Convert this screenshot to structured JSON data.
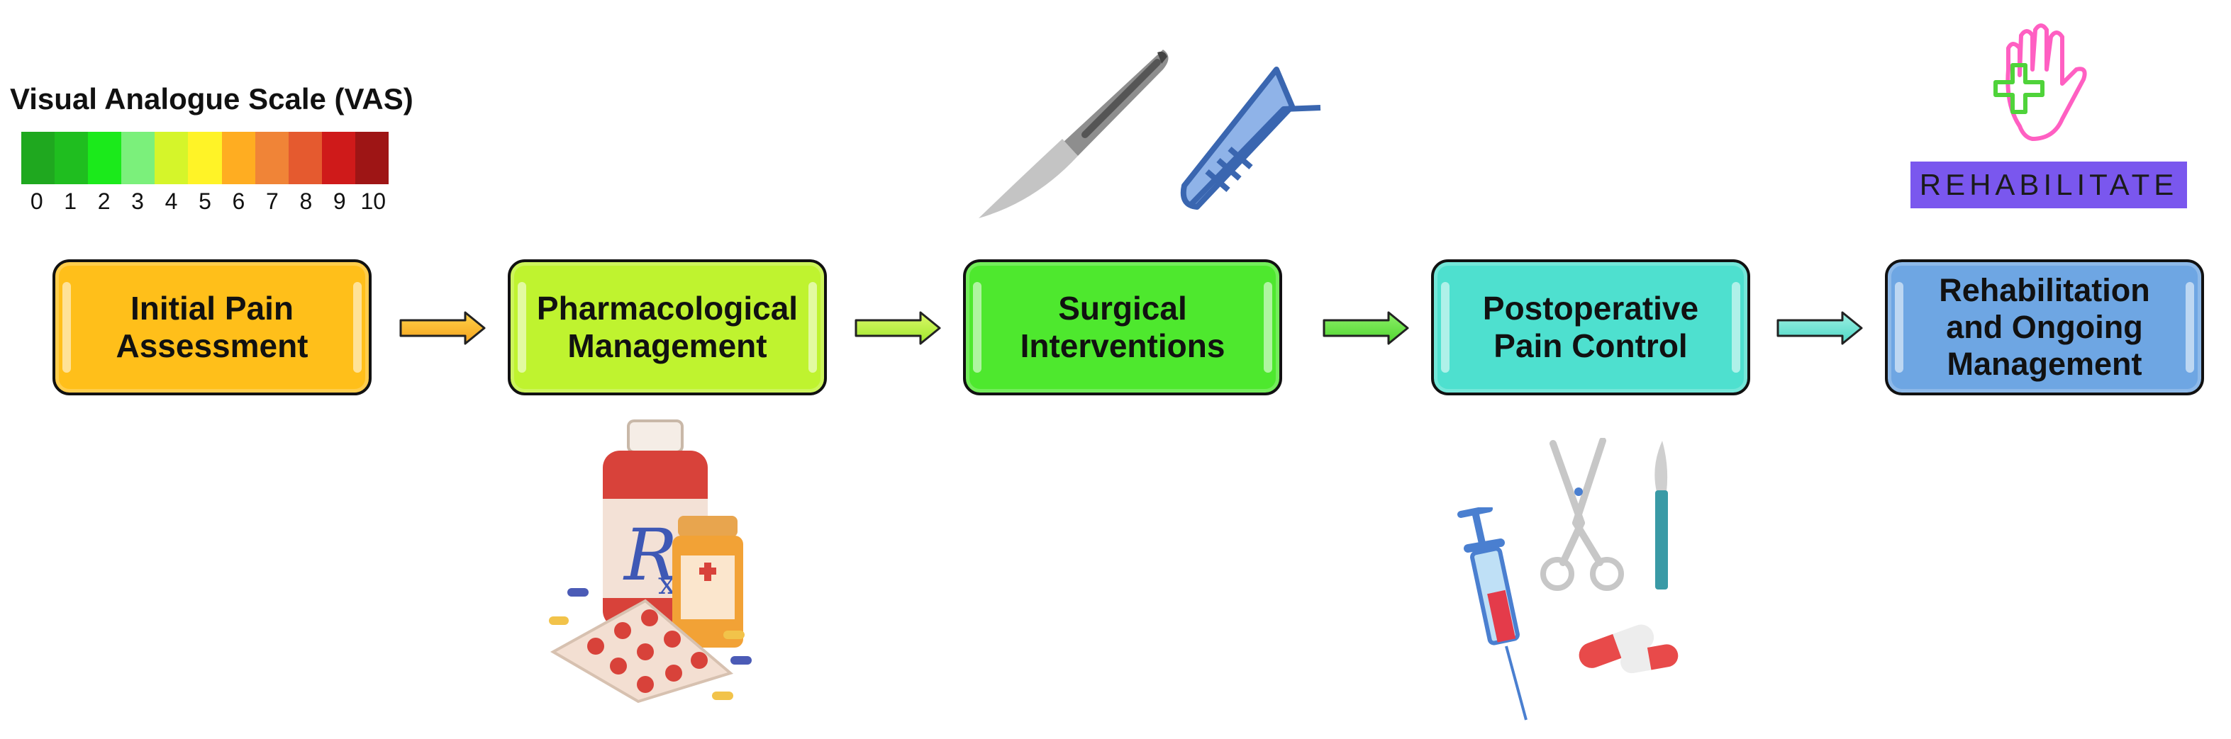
{
  "vas": {
    "title": "Visual Analogue Scale (VAS)",
    "colors": [
      "#1fa81f",
      "#1fbe1f",
      "#1bea1b",
      "#7bf07b",
      "#d5f52a",
      "#fff327",
      "#ffad21",
      "#f08437",
      "#e55a2f",
      "#cf1a1a",
      "#9e1515"
    ],
    "ticks": [
      "0",
      "1",
      "2",
      "3",
      "4",
      "5",
      "6",
      "7",
      "8",
      "9",
      "10"
    ]
  },
  "steps": [
    {
      "label": "Initial Pain\nAssessment",
      "color": "#ffbf1a"
    },
    {
      "label": "Pharmacological\nManagement",
      "color": "#bff32f"
    },
    {
      "label": "Surgical\nInterventions",
      "color": "#4ee82e"
    },
    {
      "label": "Postoperative\nPain Control",
      "color": "#4ee0cf"
    },
    {
      "label": "Rehabilitation\nand Ongoing\nManagement",
      "color": "#6ea6e3"
    }
  ],
  "arrows": [
    {
      "from": "#ffd34a",
      "to": "#f5a21c"
    },
    {
      "from": "#ddf76b",
      "to": "#9fe82b"
    },
    {
      "from": "#8ff06a",
      "to": "#4ed52e"
    },
    {
      "from": "#9ef0e2",
      "to": "#4ed8c7"
    },
    {
      "from": "#a8c9ef",
      "to": "#5d92d8"
    }
  ],
  "rehab_badge": "REHABILITATE",
  "icons": [
    "scalpel-icon",
    "tweezers-icon",
    "hand-cross-icon",
    "medicine-bottles-icon",
    "pills-blister-icon",
    "syringe-icon",
    "surgical-scissors-icon",
    "small-scalpel-icon",
    "capsules-icon"
  ]
}
